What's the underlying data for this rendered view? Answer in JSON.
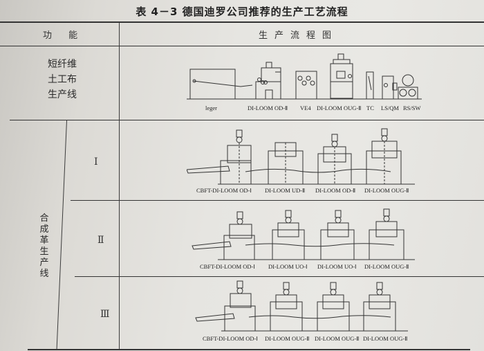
{
  "title": "表 4－3    德国迪罗公司推荐的生产工艺流程",
  "header": {
    "col_function": "功  能",
    "col_flow": "生产流程图"
  },
  "rows": [
    {
      "function": "短纤维土工布生产线",
      "function_lines": [
        "短纤维",
        "土工布",
        "生产线"
      ],
      "machines": [
        "leger",
        "DI-LOOM OD-Ⅱ",
        "VE4",
        "DI-LOOM OUG-Ⅱ",
        "TC",
        "LS/QM",
        "RS/SW"
      ]
    },
    {
      "group": "合成革生产线",
      "variant": "Ⅰ",
      "machines": [
        "CBFT-DI-LOOM OD-Ⅰ",
        "DI-LOOM UD-Ⅱ",
        "DI-LOOM OD-Ⅱ",
        "DI-LOOM OUG-Ⅱ"
      ]
    },
    {
      "group": "合成革生产线",
      "variant": "Ⅱ",
      "machines": [
        "CBFT-DI-LOOM OD-Ⅰ",
        "DI-LOOM UO-Ⅰ",
        "DI-LOOM UO-Ⅰ",
        "DI-LOOM OUG-Ⅱ"
      ]
    },
    {
      "group": "合成革生产线",
      "variant": "Ⅲ",
      "machines": [
        "CBFT-DI-LOOM OD-Ⅰ",
        "DI-LOOM OUG-Ⅱ",
        "DI-LOOM OUG-Ⅱ",
        "DI-LOOM OUG-Ⅱ"
      ]
    }
  ],
  "group_label_lines": [
    "合",
    "成",
    "革",
    "生",
    "产",
    "线"
  ],
  "colors": {
    "ink": "#2b2b2b",
    "paper": "#e6e5e1"
  }
}
